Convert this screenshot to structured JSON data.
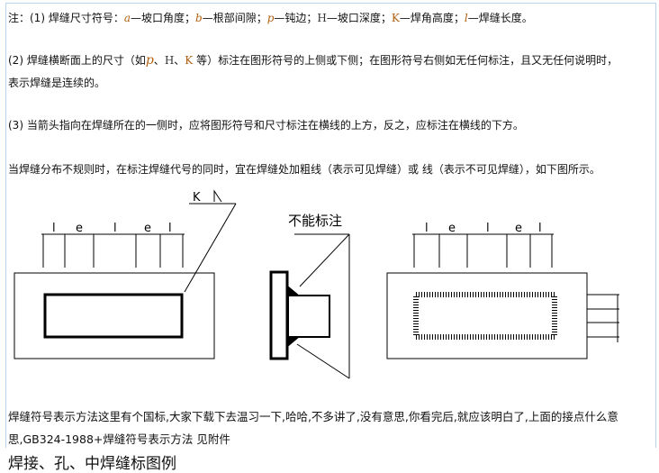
{
  "note1": {
    "prefix": "注：(1) 焊缝尺寸符号：",
    "a": "a",
    "a_desc": "—坡口角度；",
    "b": "b",
    "b_desc": "—根部间隙；",
    "p": "p",
    "p_desc": "—钝边；",
    "H": "H",
    "H_desc": "—坡口深度；",
    "K": "K",
    "K_desc": "—焊角高度；",
    "l": "l",
    "l_desc": "—焊缝长度。"
  },
  "note2": {
    "prefix": "(2) 焊缝横断面上的尺寸（如",
    "p": "p",
    "sep1": "、",
    "H": "H",
    "sep2": "、",
    "K": "K",
    "suffix": " 等）标注在图形符号的上侧或下侧；在图形符号右侧如无任何标注，且又无任何说明时，",
    "line2": "表示焊缝是连续的。"
  },
  "note3": "(3) 当箭头指向在焊缝所在的一侧时，应将图形符号和尺寸标注在横线的上方，反之，应标注在横线的下方。",
  "note4": "当焊缝分布不规则时，在标注焊缝代号的同时，宜在焊缝处加粗线（表示可见焊缝）或  线（表示不可见焊缝），如下图所示。",
  "figure": {
    "k_label": "K",
    "cannot_label": "不能标注",
    "dim_labels": [
      "l",
      "e",
      "l",
      "e",
      "l"
    ],
    "right_dim_labels": [
      "l",
      "e",
      "l",
      "e",
      "l"
    ]
  },
  "para": {
    "line1": "焊缝符号表示方法这里有个国标,大家下载下去温习一下,哈哈,不多讲了,没有意思,你看完后,就应该明白了,上面的接点什么意",
    "line2": "思,GB324-1988+焊缝符号表示方法  见附件"
  },
  "cut_heading": "焊接、孔、中焊缝标图例"
}
